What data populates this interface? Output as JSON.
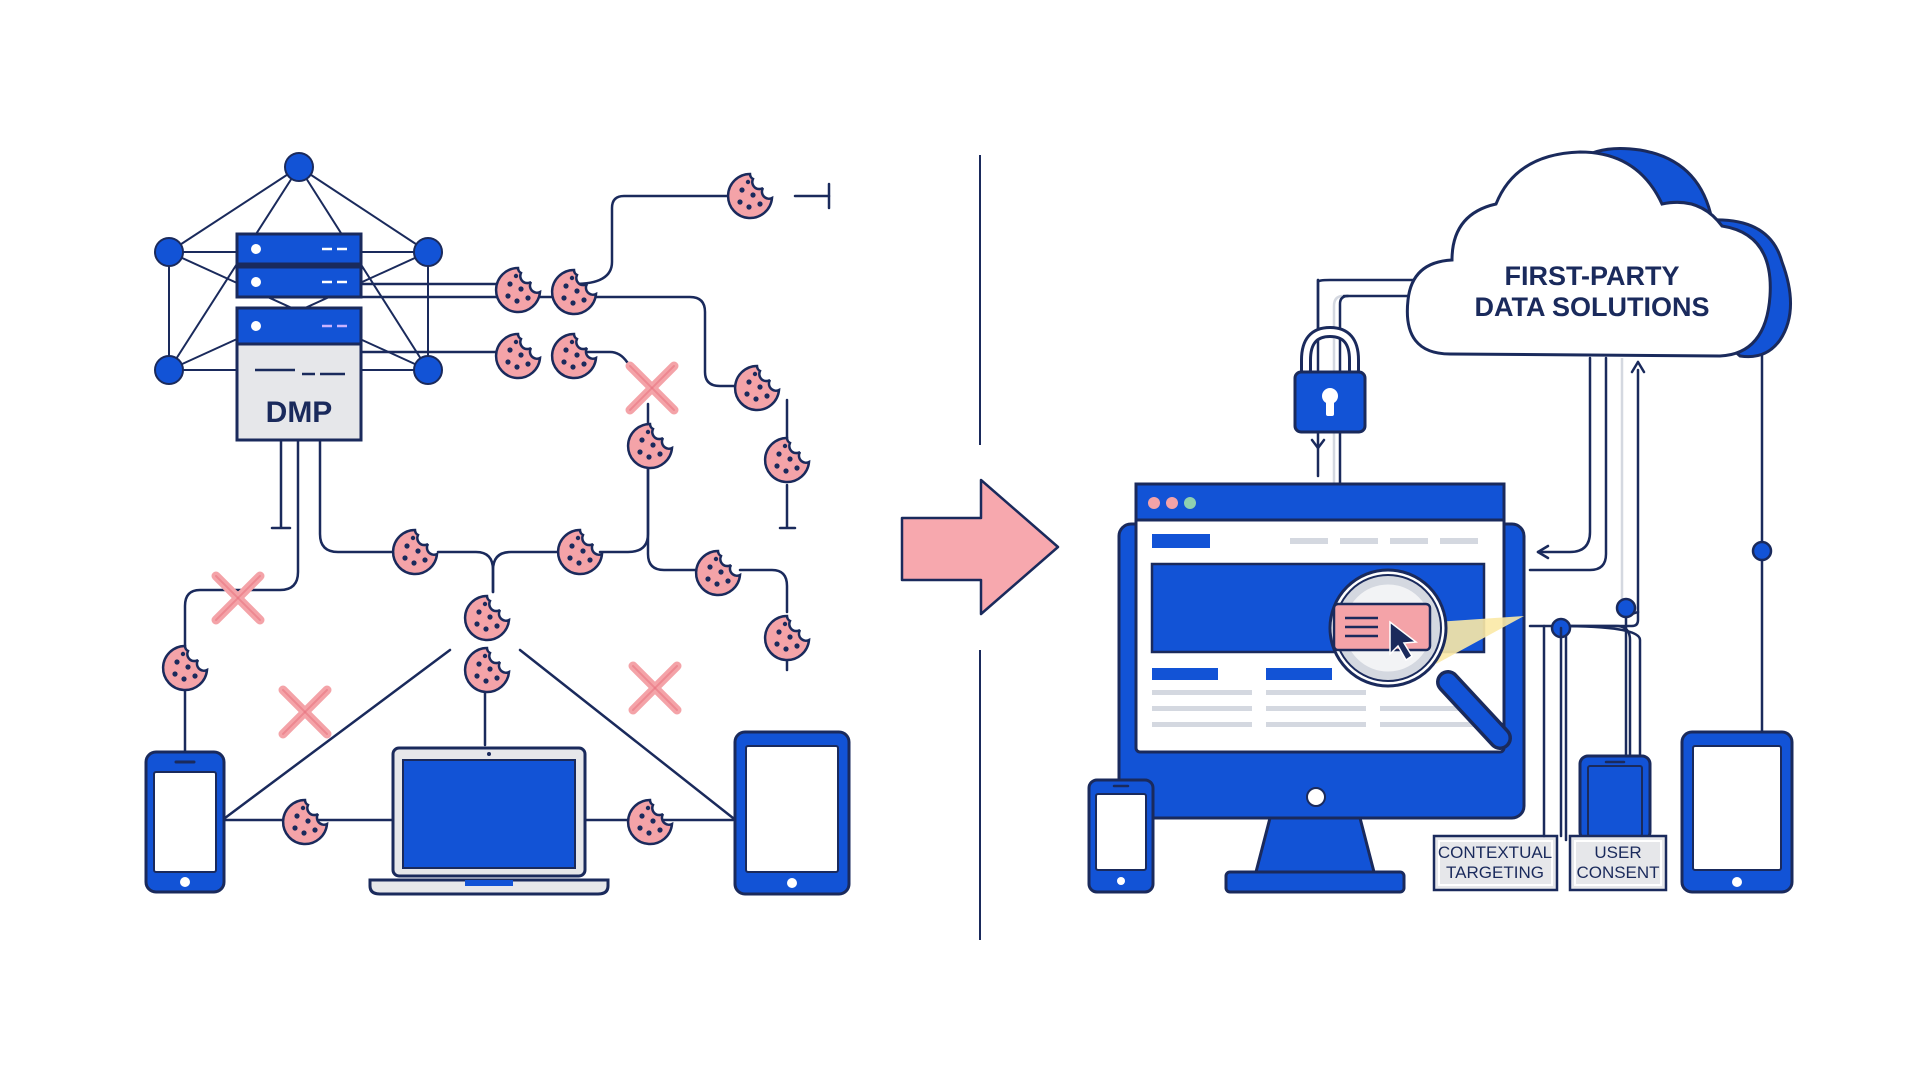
{
  "left_panel": {
    "dmp_label": "DMP"
  },
  "right_panel": {
    "cloud_line1": "FIRST-PARTY",
    "cloud_line2": "DATA SOLUTIONS",
    "contextual_line1": "CONTEXTUAL",
    "contextual_line2": "TARGETING",
    "consent_line1": "USER",
    "consent_line2": "CONSENT"
  },
  "colors": {
    "brand_blue": "#1253d6",
    "navy": "#1a2a5c",
    "cookie_pink": "#f4a3a8",
    "arrow_pink": "#f7a8ae",
    "panel_grey": "#e6e7ea"
  },
  "icons": [
    "cookie-icon",
    "cross-icon",
    "padlock-icon",
    "magnifier-icon",
    "cursor-icon",
    "cloud-icon",
    "server-icon",
    "smartphone-icon",
    "tablet-icon",
    "laptop-icon",
    "desktop-monitor-icon"
  ]
}
